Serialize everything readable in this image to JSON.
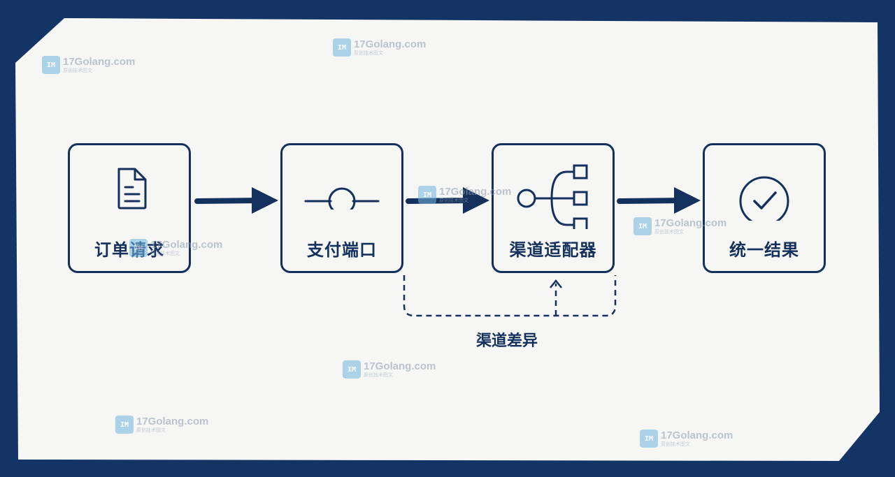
{
  "diagram": {
    "nodes": [
      {
        "id": "order",
        "label": "订单请求",
        "icon": "document-icon"
      },
      {
        "id": "port",
        "label": "支付端口",
        "icon": "port-icon"
      },
      {
        "id": "adapter",
        "label": "渠道适配器",
        "icon": "hierarchy-icon"
      },
      {
        "id": "result",
        "label": "统一结果",
        "icon": "check-circle-icon"
      }
    ],
    "feedback_label": "渠道差异"
  },
  "watermark": {
    "text": "17Golang.com",
    "sub": "原创技术图文",
    "logo": "IM"
  },
  "colors": {
    "ink": "#14305d",
    "paper": "#f6f6f4",
    "background": "#143466",
    "watermark_logo": "#6fb5de"
  }
}
